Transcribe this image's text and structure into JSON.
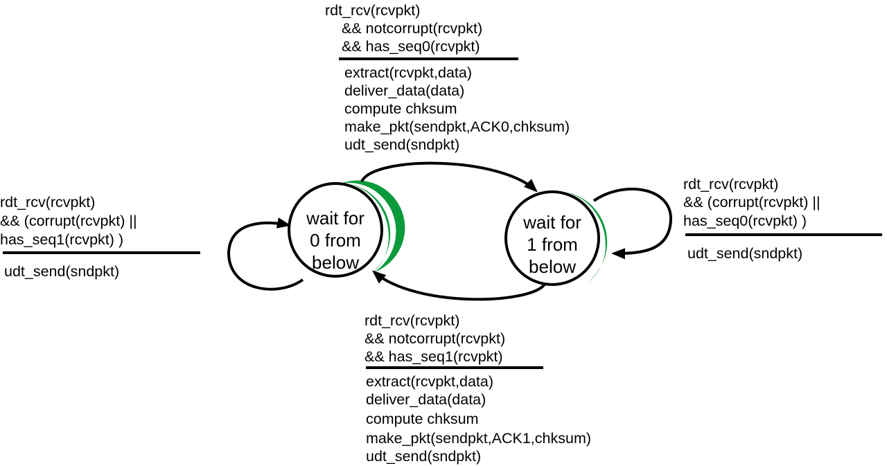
{
  "colors": {
    "state_shadow": "#0a9a3c",
    "stroke": "#000000"
  },
  "states": [
    {
      "id": "s0",
      "label": [
        "wait for",
        "0 from",
        "below"
      ]
    },
    {
      "id": "s1",
      "label": [
        "wait for",
        "1 from",
        "below"
      ]
    }
  ],
  "transitions": {
    "top": {
      "event": [
        "rdt_rcv(rcvpkt)",
        "  && notcorrupt(rcvpkt)",
        "  && has_seq0(rcvpkt)"
      ],
      "actions": [
        "extract(rcvpkt,data)",
        "deliver_data(data)",
        "compute chksum",
        "make_pkt(sendpkt,ACK0,chksum)",
        "udt_send(sndpkt)"
      ]
    },
    "bottom": {
      "event": [
        "rdt_rcv(rcvpkt)",
        "  && notcorrupt(rcvpkt)",
        "  && has_seq1(rcvpkt)"
      ],
      "actions": [
        "extract(rcvpkt,data)",
        "deliver_data(data)",
        "compute chksum",
        "make_pkt(sendpkt,ACK1,chksum)",
        "udt_send(sndpkt)"
      ]
    },
    "left_self": {
      "event": [
        "rdt_rcv(rcvpkt)",
        "  && (corrupt(rcvpkt) ||",
        "       has_seq1(rcvpkt) )"
      ],
      "actions": [
        "udt_send(sndpkt)"
      ]
    },
    "right_self": {
      "event": [
        "rdt_rcv(rcvpkt)",
        "  && (corrupt(rcvpkt) ||",
        "       has_seq0(rcvpkt) )"
      ],
      "actions": [
        "udt_send(sndpkt)"
      ]
    }
  }
}
